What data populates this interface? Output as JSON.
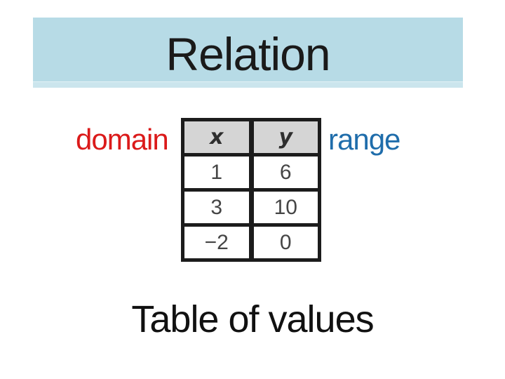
{
  "slide": {
    "title": "Relation",
    "domain_label": "domain",
    "range_label": "range",
    "caption": "Table of values"
  },
  "chart_data": {
    "type": "table",
    "columns": [
      "x",
      "y"
    ],
    "rows": [
      [
        "1",
        "6"
      ],
      [
        "3",
        "10"
      ],
      [
        "−2",
        "0"
      ]
    ],
    "title": "Table of values",
    "notes": "left column labeled domain, right column labeled range"
  },
  "colors": {
    "title_bar_bg": "#B7DBE6",
    "domain_red": "#DB1A1A",
    "range_blue": "#1F6DAB",
    "table_border": "#1C1C1C",
    "header_cell_bg": "#D5D5D5",
    "cell_text": "#454545"
  }
}
